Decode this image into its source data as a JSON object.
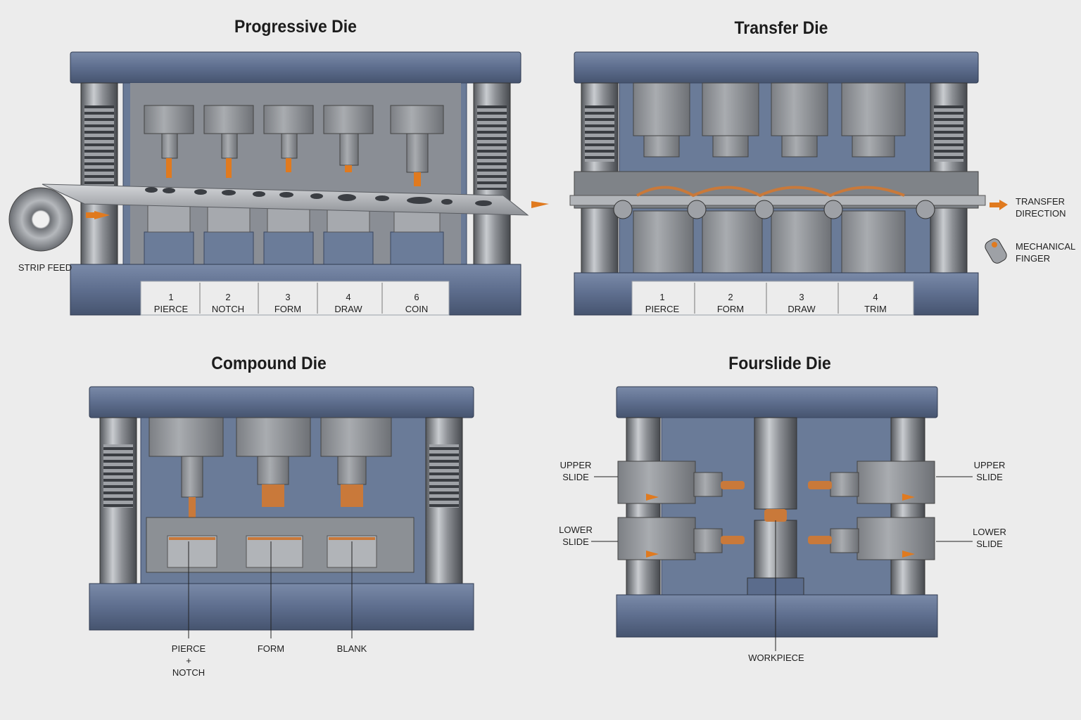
{
  "progressive": {
    "title": "Progressive Die",
    "strip_feed": "STRIP FEED",
    "stations": [
      {
        "num": "1",
        "name": "PIERCE"
      },
      {
        "num": "2",
        "name": "NOTCH"
      },
      {
        "num": "3",
        "name": "FORM"
      },
      {
        "num": "4",
        "name": "DRAW"
      },
      {
        "num": "6",
        "name": "COIN"
      }
    ]
  },
  "transfer": {
    "title": "Transfer Die",
    "stations": [
      {
        "num": "1",
        "name": "PIERCE"
      },
      {
        "num": "2",
        "name": "FORM"
      },
      {
        "num": "3",
        "name": "DRAW"
      },
      {
        "num": "4",
        "name": "TRIM"
      }
    ],
    "legend": {
      "direction_line1": "TRANSFER",
      "direction_line2": "DIRECTION",
      "finger_line1": "MECHANICAL",
      "finger_line2": "FINGER"
    }
  },
  "compound": {
    "title": "Compound Die",
    "labels": {
      "pierce_line1": "PIERCE",
      "pierce_line2": "+",
      "pierce_line3": "NOTCH",
      "form": "FORM",
      "blank": "BLANK"
    }
  },
  "fourslide": {
    "title": "Fourslide Die",
    "labels": {
      "upper_left_1": "UPPER",
      "upper_left_2": "SLIDE",
      "lower_left_1": "LOWER",
      "lower_left_2": "SLIDE",
      "upper_right_1": "UPPER",
      "upper_right_2": "SLIDE",
      "lower_right_1": "LOWER",
      "lower_right_2": "SLIDE",
      "workpiece": "WORKPIECE"
    }
  },
  "colors": {
    "plate": "#5b6c8c",
    "steel": "#8a8d92",
    "accent": "#e07a1f",
    "copper": "#c9793a"
  }
}
